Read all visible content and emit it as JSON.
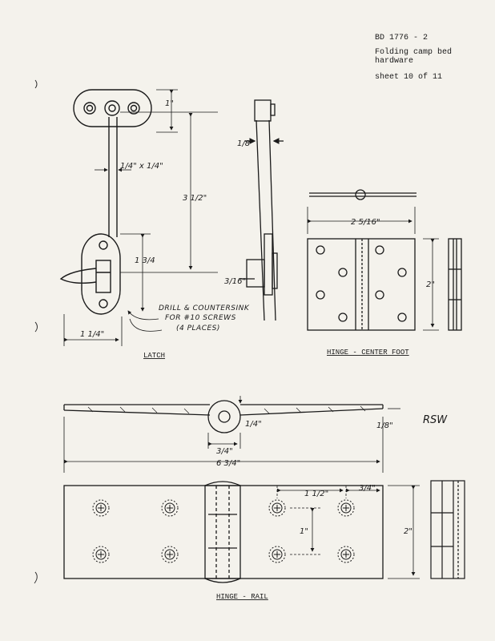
{
  "title_block": {
    "drawing_number": "BD 1776 - 2",
    "title_line1": "Folding camp bed",
    "title_line2": "hardware",
    "sheet": "sheet 10 of 11"
  },
  "latch": {
    "label": "LATCH",
    "dim_top": "1\"",
    "dim_bar": "1/4\" x 1/4\"",
    "dim_length": "3 1/2\"",
    "dim_lower": "1 3/4",
    "dim_width": "1 1/4\"",
    "dim_thickness": "1/8\"",
    "dim_offset": "3/16\"",
    "note_line1": "DRILL & COUNTERSINK",
    "note_line2": "FOR #10 SCREWS",
    "note_line3": "(4 PLACES)"
  },
  "hinge_center_foot": {
    "label": "HINGE - CENTER FOOT",
    "dim_width": "2 5/16\"",
    "dim_height": "2\""
  },
  "hinge_rail": {
    "label": "HINGE - RAIL",
    "dim_pin": "1/4\"",
    "dim_knuckle": "3/4\"",
    "dim_length": "6 3/4\"",
    "dim_thick": "1/8\"",
    "dim_spacing": "1 1/2\"",
    "dim_edge": "3/4\"",
    "dim_vert": "1\"",
    "dim_height": "2\""
  },
  "initials": "RSW"
}
